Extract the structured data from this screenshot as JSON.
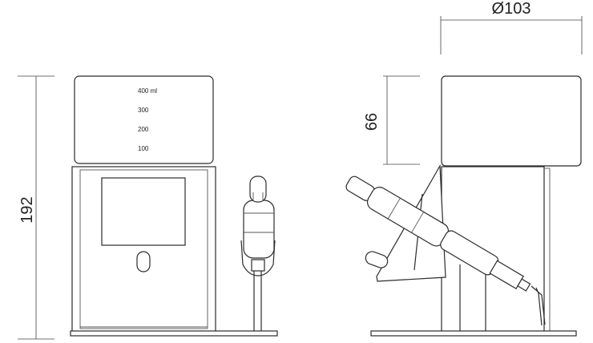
{
  "dimensions": {
    "height_total": "192",
    "jar_height": "66",
    "diameter": "Ø103"
  },
  "jar_scale": [
    "400 ml",
    "300",
    "200",
    "100"
  ]
}
